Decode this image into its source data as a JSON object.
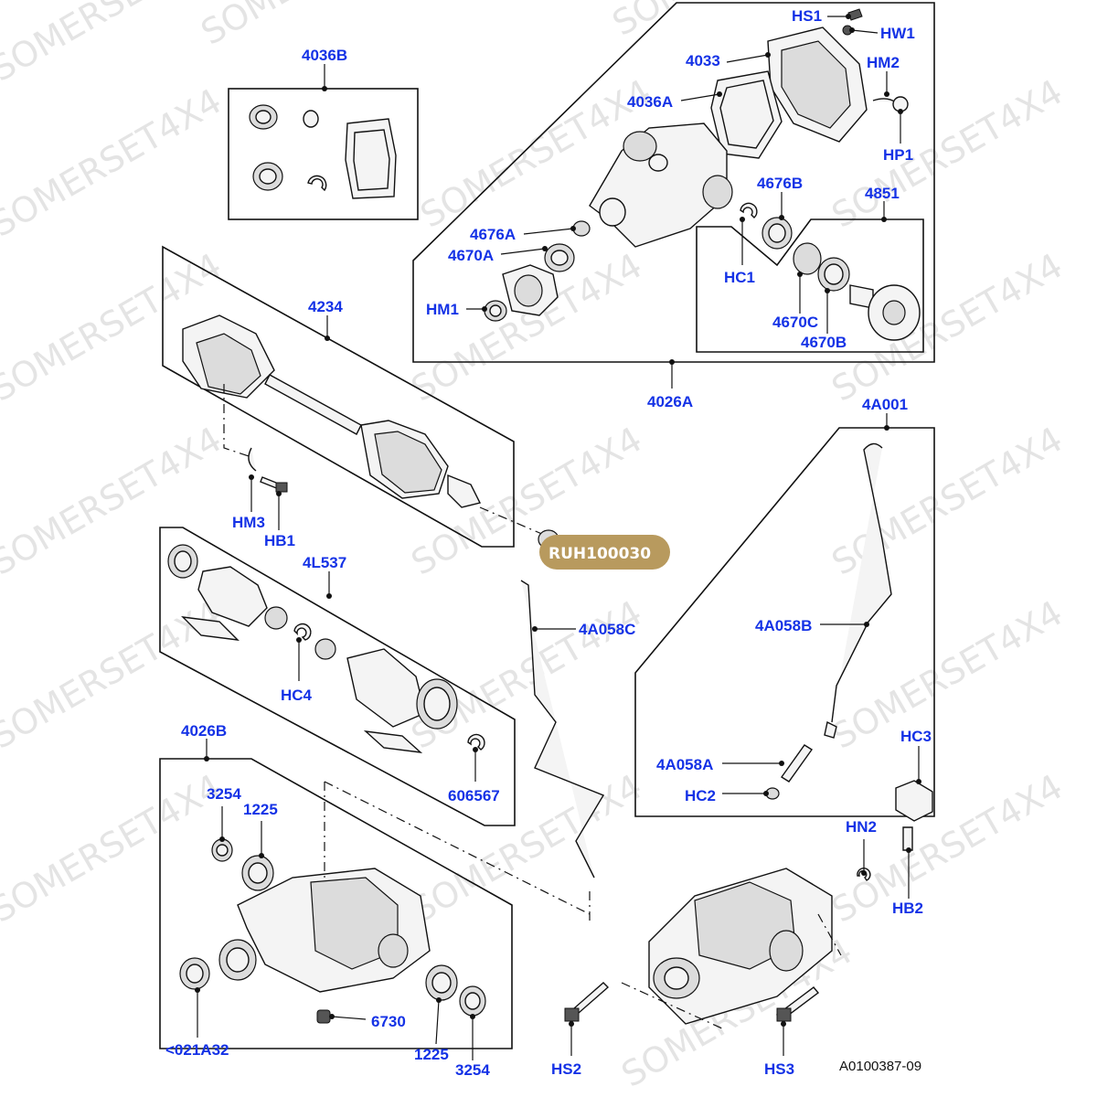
{
  "watermark": "SOMERSET4X4",
  "figure_code": "A0100387-09",
  "highlight_part": "RUH100030",
  "labels": {
    "4036B": "4036B",
    "4033": "4033",
    "4036A": "4036A",
    "4676A": "4676A",
    "4670A": "4670A",
    "HM1": "HM1",
    "HS1": "HS1",
    "HW1": "HW1",
    "HM2": "HM2",
    "HP1": "HP1",
    "4676B": "4676B",
    "4851": "4851",
    "HC1": "HC1",
    "4670C": "4670C",
    "4670B": "4670B",
    "4026A": "4026A",
    "4234": "4234",
    "HM3": "HM3",
    "HB1": "HB1",
    "4L537": "4L537",
    "HC4": "HC4",
    "606567": "606567",
    "4A058C": "4A058C",
    "4A001": "4A001",
    "4A058B": "4A058B",
    "4A058A": "4A058A",
    "HC2": "HC2",
    "4026B": "4026B",
    "3254a": "3254",
    "1225a": "1225",
    "021A32": "<021A32",
    "6730": "6730",
    "1225b": "1225",
    "3254b": "3254",
    "HS2": "HS2",
    "HS3": "HS3",
    "HC3": "HC3",
    "HN2": "HN2",
    "HB2": "HB2"
  },
  "colors": {
    "label": "#1432e6",
    "badge": "#b89a5e",
    "line": "#111111"
  }
}
